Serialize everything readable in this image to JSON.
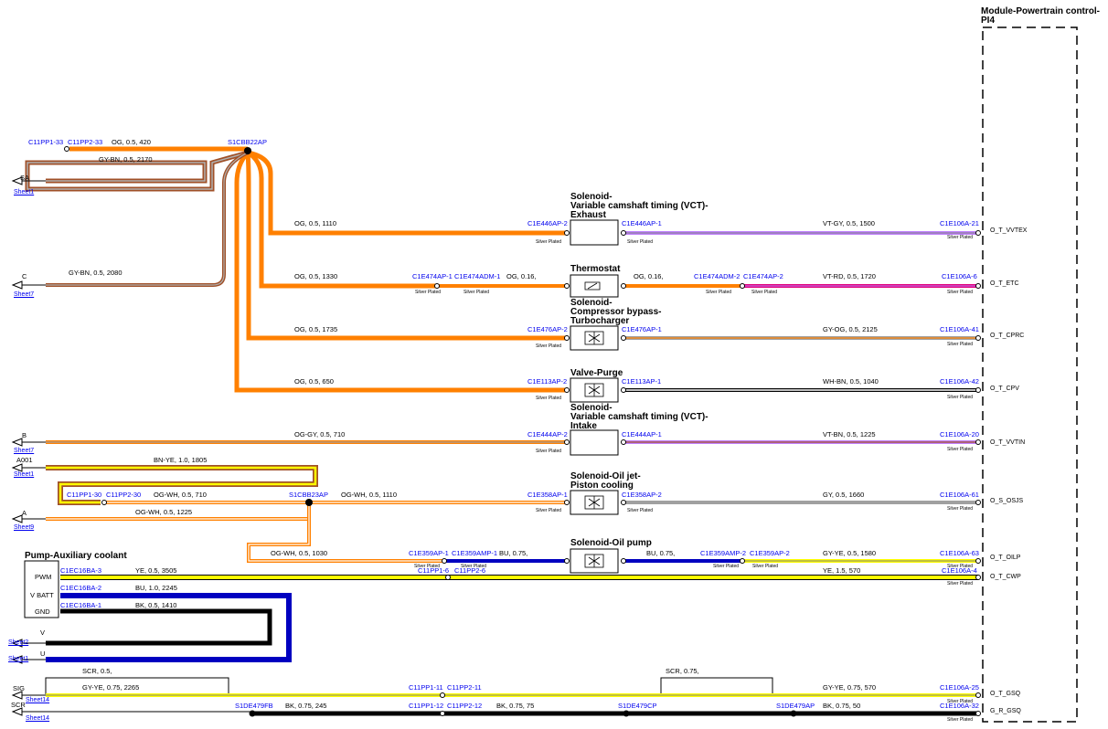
{
  "module": {
    "title": "Module-Powertrain control-",
    "subtitle": "PI4"
  },
  "pins": [
    "O_T_VVTEX",
    "O_T_ETC",
    "O_T_CPRC",
    "O_T_CPV",
    "O_T_VVTIN",
    "O_S_OSJS",
    "O_T_OILP",
    "O_T_CWP",
    "O_T_GSQ",
    "G_R_GSQ"
  ],
  "components": {
    "vct_exhaust": [
      "Solenoid-",
      "Variable camshaft timing (VCT)-",
      "Exhaust"
    ],
    "thermostat": "Thermostat",
    "bypass": [
      "Solenoid-",
      "Compressor bypass-",
      "Turbocharger"
    ],
    "purge": "Valve-Purge",
    "vct_intake": [
      "Solenoid-",
      "Variable camshaft timing (VCT)-",
      "Intake"
    ],
    "oil_jet": [
      "Solenoid-Oil jet-",
      "Piston cooling"
    ],
    "oil_pump": "Solenoid-Oil pump",
    "aux_pump": {
      "title": "Pump-Auxiliary coolant",
      "pins": [
        "PWM",
        "V BATT",
        "GND"
      ]
    }
  },
  "offsheet": {
    "sa": {
      "signal": "SA",
      "sheet": "Sheet1"
    },
    "c": {
      "signal": "C",
      "sheet": "Sheet7"
    },
    "b": {
      "signal": "B",
      "sheet": "Sheet7"
    },
    "a001": {
      "signal": "A001",
      "sheet": "Sheet1"
    },
    "a": {
      "signal": "A",
      "sheet": "Sheet9"
    },
    "v": {
      "signal": "V",
      "sheet": "Sheet2"
    },
    "u": {
      "signal": "U",
      "sheet": "Sheet1"
    },
    "sig": {
      "signal": "SIG",
      "sheet": "Sheet14"
    },
    "scr": {
      "signal": "SCR",
      "sheet": "Sheet14"
    }
  },
  "connectors": {
    "c11pp1_33": "C11PP1-33",
    "c11pp2_33": "C11PP2-33",
    "s1cbb22ap": "S1CBB22AP",
    "c1e446ap2": "C1E446AP-2",
    "c1e446ap1": "C1E446AP-1",
    "c1e106a21": "C1E106A-21",
    "c1e474ap1": "C1E474AP-1",
    "c1e474adm1": "C1E474ADM-1",
    "c1e474adm2": "C1E474ADM-2",
    "c1e474ap2": "C1E474AP-2",
    "c1e106a6": "C1E106A-6",
    "c1e476ap2": "C1E476AP-2",
    "c1e476ap1": "C1E476AP-1",
    "c1e106a41": "C1E106A-41",
    "c1e113ap2": "C1E113AP-2",
    "c1e113ap1": "C1E113AP-1",
    "c1e106a42": "C1E106A-42",
    "c1e444ap2": "C1E444AP-2",
    "c1e444ap1": "C1E444AP-1",
    "c1e106a20": "C1E106A-20",
    "c11pp1_30": "C11PP1-30",
    "c11pp2_30": "C11PP2-30",
    "s1cbb23ap": "S1CBB23AP",
    "c1e358ap1": "C1E358AP-1",
    "c1e358ap2": "C1E358AP-2",
    "c1e106a61": "C1E106A-61",
    "c1e359ap1": "C1E359AP-1",
    "c1e359amp1": "C1E359AMP-1",
    "c1e359amp2": "C1E359AMP-2",
    "c1e359ap2": "C1E359AP-2",
    "c1e106a63": "C1E106A-63",
    "c1ec16ba3": "C1EC16BA-3",
    "c11pp1_6": "C11PP1-6",
    "c11pp2_6": "C11PP2-6",
    "c1e106a4": "C1E106A-4",
    "c1ec16ba2": "C1EC16BA-2",
    "c1ec16ba1": "C1EC16BA-1",
    "c11pp1_11": "C11PP1-11",
    "c11pp2_11": "C11PP2-11",
    "c1e106a25": "C1E106A-25",
    "s1de479fb": "S1DE479FB",
    "c11pp1_12": "C11PP1-12",
    "c11pp2_12": "C11PP2-12",
    "s1de479cp": "S1DE479CP",
    "s1de479ap": "S1DE479AP",
    "c1e106a32": "C1E106A-32"
  },
  "wire_labels": {
    "og_420": "OG,  0.5,  420",
    "gybn_2170": "GY-BN,  0.5,  2170",
    "gybn_2080": "GY-BN,  0.5,  2080",
    "og_1110": "OG,  0.5,  1110",
    "vtgy_1500": "VT-GY,  0.5,  1500",
    "og_1330": "OG,  0.5,  1330",
    "og_016a": "OG,  0.16,",
    "og_016b": "OG,  0.16,",
    "vtrd_1720": "VT-RD,  0.5,  1720",
    "og_1735": "OG,  0.5,  1735",
    "gyog_2125": "GY-OG,  0.5,  2125",
    "og_650": "OG,  0.5,  650",
    "whbn_1040": "WH-BN,  0.5,  1040",
    "oggy_710": "OG-GY,  0.5,  710",
    "vtbn_1225": "VT-BN,  0.5,  1225",
    "bnye_1805": "BN-YE,  1.0,  1805",
    "ogwh_710": "OG-WH,  0.5,  710",
    "ogwh_1225": "OG-WH,  0.5,  1225",
    "ogwh_1110": "OG-WH,  0.5,  1110",
    "gy_1660": "GY,  0.5,  1660",
    "ogwh_1030": "OG-WH,  0.5,  1030",
    "bu_075a": "BU,  0.75,",
    "bu_075b": "BU,  0.75,",
    "gyye_1580": "GY-YE,  0.5,  1580",
    "ye_3505": "YE,  0.5,  3505",
    "ye_570": "YE,  1.5,  570",
    "bu_2245": "BU,  1.0,  2245",
    "bk_1410": "BK,  0.5,  1410",
    "scr_05": "SCR,  0.5,",
    "scr_075": "SCR,  0.75,",
    "gyye_2265": "GY-YE,  0.75,  2265",
    "gyye_570": "GY-YE,  0.75,  570",
    "bk_245": "BK,  0.75,  245",
    "bk_75": "BK,  0.75,  75",
    "bk_50": "BK,  0.75,  50"
  },
  "finish": "Silver Plated",
  "colors": {
    "orange": "#ff8000",
    "connector": "#0000ee",
    "violet": "#c080ff",
    "magenta": "#e0007a",
    "yellow": "#ffff00",
    "blue": "#0000c0",
    "gray": "#a0a0a0",
    "brown": "#a05028"
  }
}
